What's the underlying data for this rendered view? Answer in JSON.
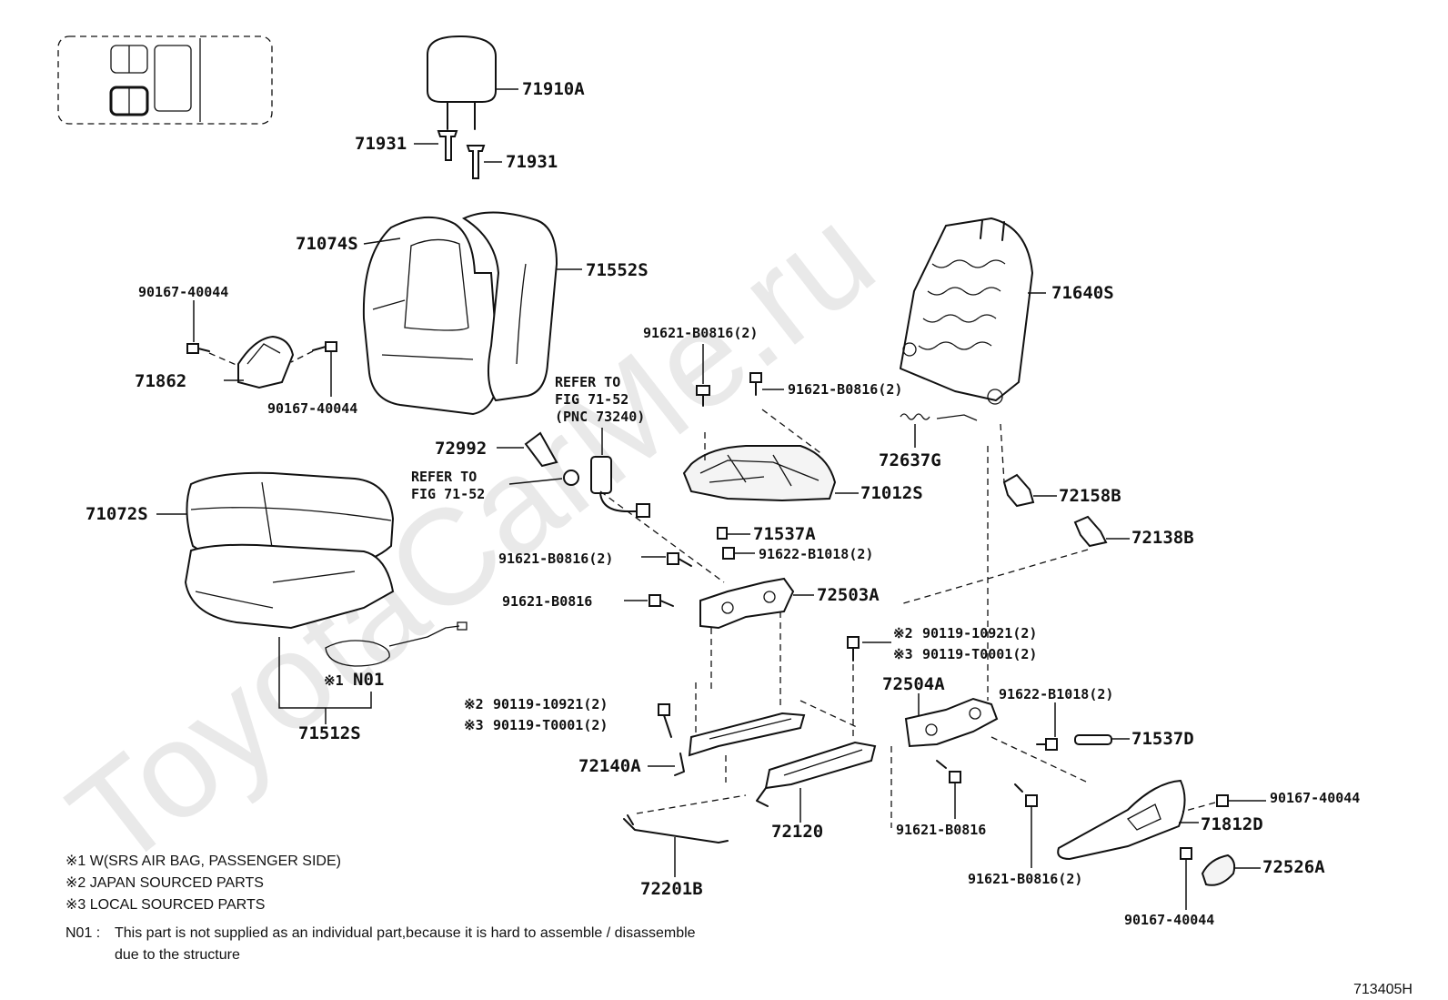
{
  "watermark": "ToyotaCarMe.ru",
  "diagram_id": "713405H",
  "parts": {
    "headrest": "71910A",
    "guide_left": "71931",
    "guide_right": "71931",
    "back_cover": "71074S",
    "back_pad": "71552S",
    "back_frame": "71640S",
    "shield_bolt_top": "90167-40044",
    "shield": "71862",
    "shield_bolt_bottom": "90167-40044",
    "cushion_cover": "71072S",
    "cushion_frame": "71012S",
    "bolt_a1": "91621-B0816(2)",
    "bolt_a2": "91621-B0816(2)",
    "refer1_line1": "REFER TO",
    "refer1_line2": "FIG 71-52",
    "refer1_line3": "(PNC 73240)",
    "refer2_line1": "REFER TO",
    "refer2_line2": "FIG 71-52",
    "spring": "72637G",
    "clip": "72992",
    "cover_b": "72158B",
    "cover_c": "72138B",
    "pad_a": "71537A",
    "bolt_b": "91622-B1018(2)",
    "bolt_c": "91621-B0816(2)",
    "bolt_d": "91621-B0816",
    "adjuster_a": "72503A",
    "bolt_e_mark": "※2",
    "bolt_e": "90119-10921(2)",
    "bolt_f_mark": "※3",
    "bolt_f": "90119-T0001(2)",
    "sensor_mark": "※1",
    "sensor": "N01",
    "cushion_assy": "71512S",
    "adjuster_b": "72504A",
    "bolt_g": "91622-B1018(2)",
    "pad_d": "71537D",
    "bolt_h_mark": "※2",
    "bolt_h": "90119-10921(2)",
    "bolt_i_mark": "※3",
    "bolt_i": "90119-T0001(2)",
    "track_a": "72140A",
    "track_b": "72120",
    "bolt_j": "91621-B0816",
    "bolt_k": "91621-B0816(2)",
    "side_shield": "71812D",
    "bolt_l": "90167-40044",
    "knob": "72526A",
    "bolt_m": "90167-40044",
    "wire": "72201B"
  },
  "notes": {
    "n1": "※1 W(SRS AIR BAG, PASSENGER SIDE)",
    "n2": "※2 JAPAN SOURCED PARTS",
    "n3": "※3 LOCAL SOURCED PARTS",
    "n4_prefix": "N01 :",
    "n4_line1": "This part is not supplied as an individual part,because it is hard to assemble / disassemble",
    "n4_line2": "due to the structure"
  }
}
